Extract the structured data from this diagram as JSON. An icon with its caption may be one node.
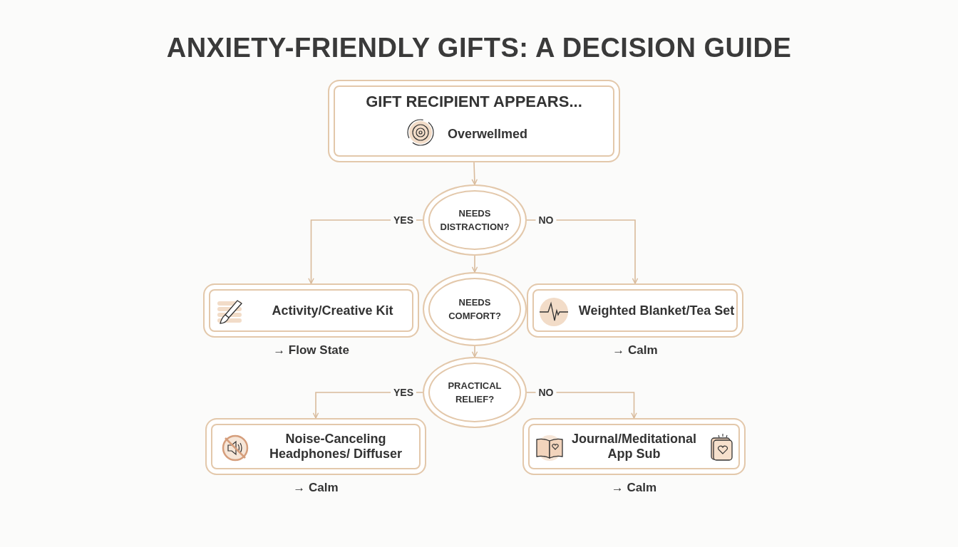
{
  "diagram": {
    "title": "ANXIETY-FRIENDLY GIFTS: A DECISION GUIDE",
    "nodes": [
      {
        "text": [
          "GIFT RECIPIENT APPEARS...",
          "Overwellmed"
        ]
      },
      {
        "text": [
          "NEEDS DISTRACTION?"
        ]
      },
      {
        "text": [
          "Activity/Creative Kit"
        ],
        "beside": [
          "→ Flow State"
        ]
      },
      {
        "text": [
          "NEEDS COMFORT?"
        ]
      },
      {
        "text": [
          "Weighted Blanket/Tea Set"
        ],
        "beside": [
          "→ Calm"
        ]
      },
      {
        "text": [
          "PRACTICAL RELIEF?"
        ]
      },
      {
        "text": [
          "Noise-Canceling Headphones/ Diffuser"
        ],
        "beside": [
          "→ Calm"
        ]
      },
      {
        "text": [
          "Journal/Meditational App Sub"
        ],
        "beside": [
          "→ Calm"
        ]
      }
    ],
    "edges": [
      {
        "from": 0,
        "to": 1,
        "arrow": "to"
      },
      {
        "from": 1,
        "to": 2,
        "arrow": "to",
        "label": "YES"
      },
      {
        "from": 1,
        "to": 4,
        "arrow": "to",
        "label": "NO"
      },
      {
        "from": 1,
        "to": 3,
        "arrow": "to"
      },
      {
        "from": 3,
        "to": 5,
        "arrow": "to"
      },
      {
        "from": 5,
        "to": 6,
        "arrow": "to",
        "label": "YES"
      },
      {
        "from": 5,
        "to": 7,
        "arrow": "to",
        "label": "NO"
      }
    ]
  }
}
